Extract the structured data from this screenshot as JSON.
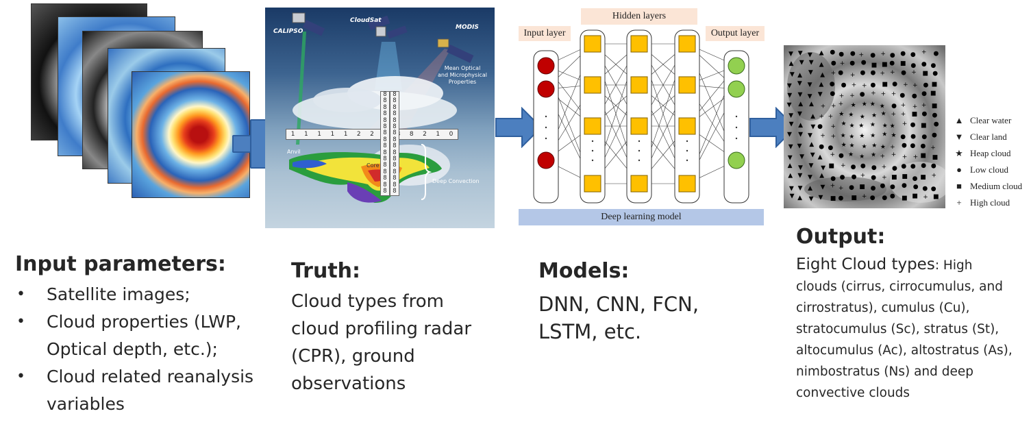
{
  "input": {
    "heading": "Input parameters:",
    "bullets": [
      "Satellite images;",
      "Cloud properties (LWP, Optical depth, etc.);",
      "Cloud related reanalysis variables"
    ]
  },
  "truth": {
    "heading": "Truth:",
    "body": "Cloud types from cloud profiling radar (CPR), ground observations",
    "figure": {
      "satellites": [
        "CALIPSO",
        "CloudSat",
        "MODIS"
      ],
      "properties_label_1": "Mean Optical",
      "properties_label_2": "and Microphysical",
      "properties_label_3": "Properties",
      "anvil_label": "Anvil",
      "core_label": "Core",
      "deep_convection_label": "Deep Convection",
      "row_digits": [
        "1",
        "1",
        "1",
        "1",
        "1",
        "2",
        "2",
        "2",
        "8",
        "8",
        "2",
        "1",
        "0"
      ],
      "column_digits": [
        "8",
        "8",
        "8",
        "8",
        "8",
        "8",
        "8",
        "8",
        "8",
        "8",
        "8",
        "8",
        "8",
        "8",
        "8",
        "8"
      ]
    }
  },
  "models": {
    "heading": "Models:",
    "body": "DNN, CNN, FCN, LSTM, etc.",
    "diagram": {
      "hidden_layers_label": "Hidden layers",
      "input_layer_label": "Input layer",
      "output_layer_label": "Output layer",
      "bar_label": "Deep learning model"
    }
  },
  "output": {
    "heading": "Output:",
    "body_lead": "Eight Cloud types",
    "body_rest": ": High clouds (cirrus, cirrocumulus, and cirrostratus), cumulus (Cu), stratocumulus (Sc), stratus (St), altocumulus (Ac), altostratus (As), nimbostratus (Ns) and deep convective clouds",
    "legend": [
      {
        "symbol": "▲",
        "icon": "triangle-up-icon",
        "label": "Clear water"
      },
      {
        "symbol": "▼",
        "icon": "triangle-down-icon",
        "label": "Clear land"
      },
      {
        "symbol": "★",
        "icon": "star-icon",
        "label": "Heap cloud"
      },
      {
        "symbol": "●",
        "icon": "circle-icon",
        "label": "Low cloud"
      },
      {
        "symbol": "■",
        "icon": "square-icon",
        "label": "Medium cloud"
      },
      {
        "symbol": "+",
        "icon": "plus-icon",
        "label": "High cloud"
      }
    ]
  },
  "colors": {
    "arrow": "#4c7fbf",
    "input_node": "#c00000",
    "hidden_node": "#ffc000",
    "output_node": "#92d050",
    "label_box": "#fbe5d6",
    "bar": "#b4c7e7"
  }
}
